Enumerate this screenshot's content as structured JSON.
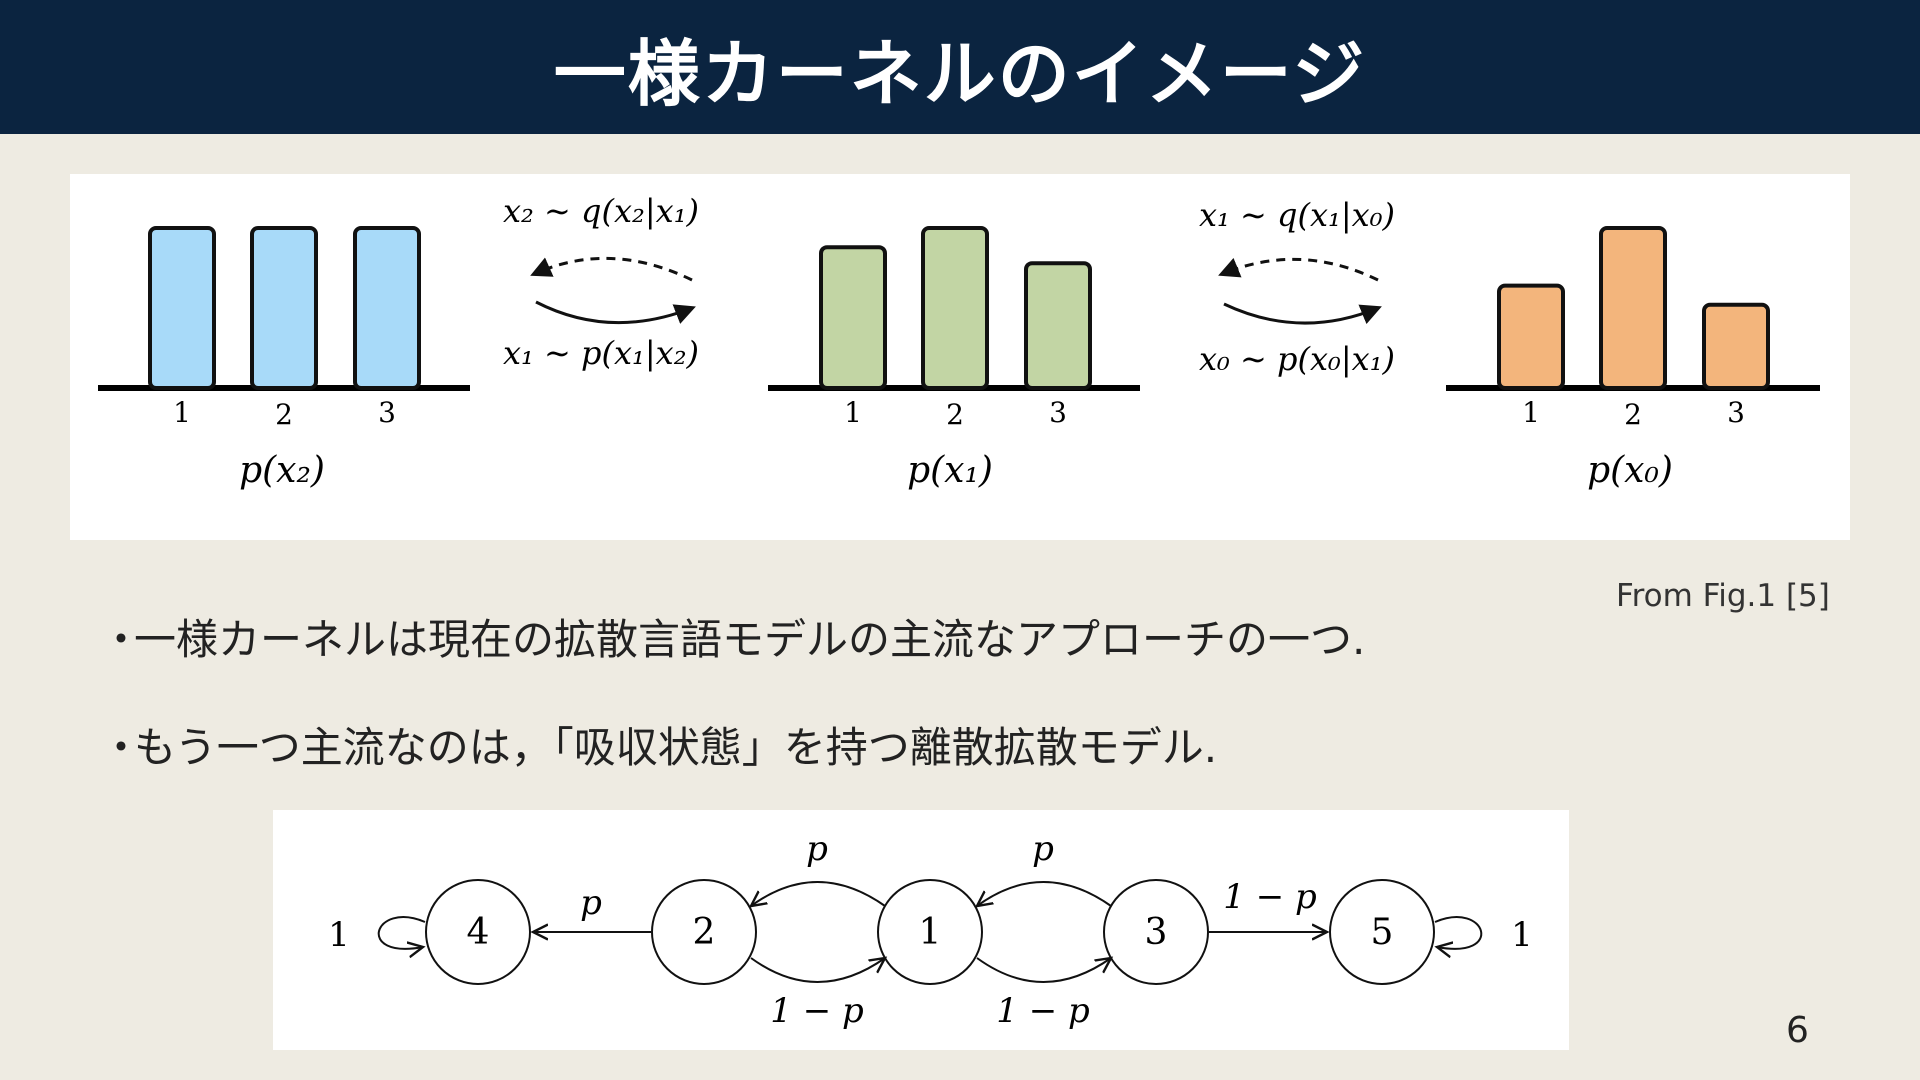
{
  "slide": {
    "title": "一様カーネルのイメージ",
    "source": "From Fig.1 [5]",
    "page_number": "6",
    "bullets": [
      {
        "marker": "・",
        "text": "一様カーネルは現在の拡散言語モデルの主流なアプローチの一つ."
      },
      {
        "marker": "・",
        "text": "もう一つ主流なのは，「吸収状態」を持つ離散拡散モデル."
      }
    ]
  },
  "figure1": {
    "panels": [
      {
        "label": "p(x₂)",
        "color": "#a8daf9",
        "ticks": [
          "1",
          "2",
          "3"
        ],
        "values": [
          1.0,
          1.0,
          1.0
        ]
      },
      {
        "label": "p(x₁)",
        "color": "#c2d5a4",
        "ticks": [
          "1",
          "2",
          "3"
        ],
        "values": [
          0.88,
          1.0,
          0.78
        ]
      },
      {
        "label": "p(x₀)",
        "color": "#f3b57c",
        "ticks": [
          "1",
          "2",
          "3"
        ],
        "values": [
          0.64,
          1.0,
          0.52
        ]
      }
    ],
    "transitions": [
      {
        "forward": "x₂ ∼ q(x₂|x₁)",
        "reverse": "x₁ ∼ p(x₁|x₂)"
      },
      {
        "forward": "x₁ ∼ q(x₁|x₀)",
        "reverse": "x₀ ∼ p(x₀|x₁)"
      }
    ]
  },
  "figure2": {
    "nodes": [
      "4",
      "2",
      "1",
      "3",
      "5"
    ],
    "self_loop_labels": [
      "1",
      "1"
    ],
    "edge_labels": {
      "p_2_to_4": "p",
      "p_1_to_2": "p",
      "p_3_to_1": "p",
      "q_2_to_1": "1 − p",
      "q_1_to_3": "1 − p",
      "q_3_to_5": "1 − p"
    }
  }
}
